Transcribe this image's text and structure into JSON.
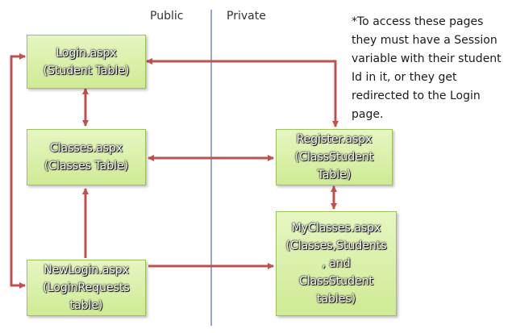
{
  "headers": {
    "public": "Public",
    "private": "Private"
  },
  "boxes": {
    "login": {
      "line1": "Login.aspx",
      "line2": "(Student Table)"
    },
    "classes": {
      "line1": "Classes.aspx",
      "line2": "(Classes Table)"
    },
    "newlogin": {
      "line1": "NewLogin.aspx",
      "line2": "(LoginRequests",
      "line3": "table)"
    },
    "register": {
      "line1": "Register.aspx",
      "line2": "(ClassStudent",
      "line3": "Table)"
    },
    "myclasses": {
      "line1": "MyClasses.aspx",
      "line2": "(Classes,Students",
      "line3": ", and",
      "line4": "ClassStudent",
      "line5": "tables)"
    }
  },
  "note": "*To access these pages they must have a Session variable with their student Id in it, or they get redirected to the Login page.",
  "colors": {
    "arrow": "#c0504d",
    "divider": "#4f6fa8",
    "box_fill": "#d7efa6",
    "box_border": "#9dc258"
  }
}
